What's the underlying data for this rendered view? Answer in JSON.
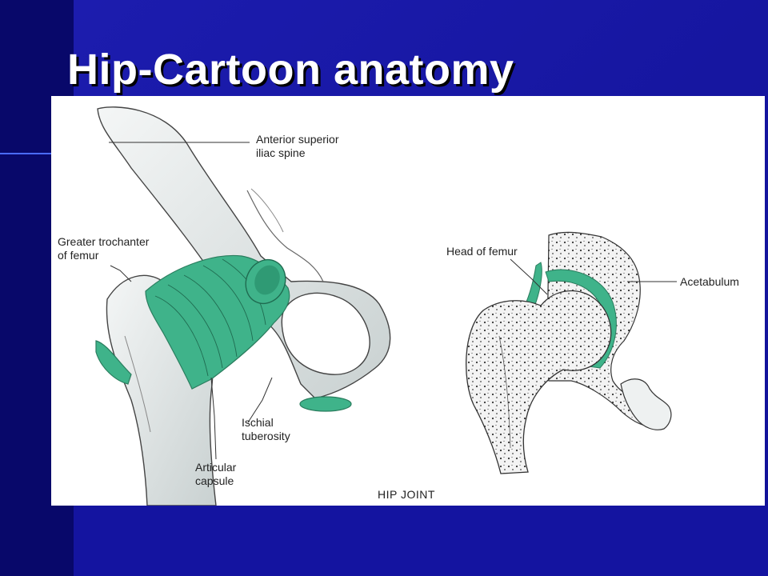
{
  "slide": {
    "title": "Hip-Cartoon anatomy"
  },
  "colors": {
    "background": "#1a1a9e",
    "background_dark": "#08086a",
    "title": "#ffffff",
    "ligament": "#3fb38a",
    "bone": "#e8ecec"
  },
  "figure": {
    "labels": {
      "asis_line1": "Anterior superior",
      "asis_line2": "iliac spine",
      "greater_trochanter_line1": "Greater trochanter",
      "greater_trochanter_line2": "of femur",
      "ischial_line1": "Ischial",
      "ischial_line2": "tuberosity",
      "capsule_line1": "Articular",
      "capsule_line2": "capsule",
      "head_of_femur": "Head of femur",
      "acetabulum": "Acetabulum"
    },
    "caption": "HIP JOINT"
  }
}
